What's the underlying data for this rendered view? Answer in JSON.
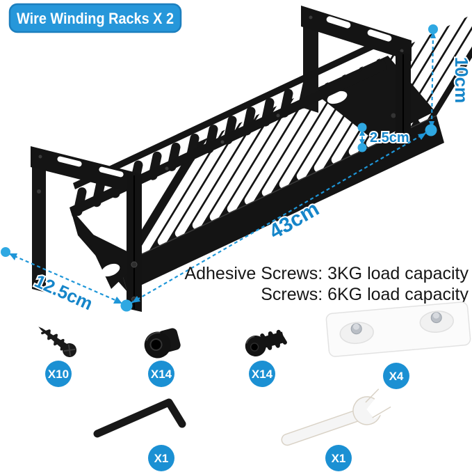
{
  "badge": {
    "label": "Wire Winding Racks X 2"
  },
  "dimensions": {
    "height": "10cm",
    "rail_height": "2.5cm",
    "length": "43cm",
    "depth": "12.5cm"
  },
  "capacity": {
    "line1": "Adhesive Screws: 3KG load capacity",
    "line2": "Screws: 6KG load capacity"
  },
  "hardware": [
    {
      "name": "self-tapping-screw",
      "qty": "X10"
    },
    {
      "name": "cap-nut",
      "qty": "X14"
    },
    {
      "name": "button-head-screw",
      "qty": "X14"
    },
    {
      "name": "adhesive-screw-strip",
      "qty": "X4"
    },
    {
      "name": "allen-key",
      "qty": "X1"
    },
    {
      "name": "open-end-wrench",
      "qty": "X1"
    }
  ],
  "colors": {
    "accent_blue": "#1E96D8",
    "dot_blue": "#2FA8E2",
    "text_blue": "#1585C9",
    "badge_blue": "#2697DA",
    "badge_border": "#1C7FBE",
    "label_blue": "#1B90D3",
    "text_dark": "#161616",
    "rack_black": "#151515"
  }
}
